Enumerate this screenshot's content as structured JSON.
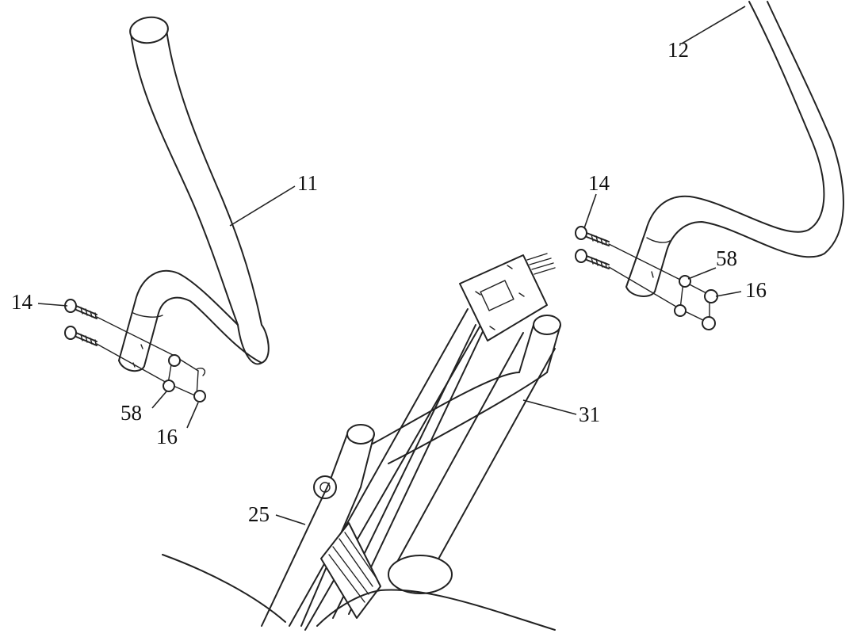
{
  "labels": {
    "part_11": "11",
    "part_12": "12",
    "part_14_left": "14",
    "part_14_right": "14",
    "part_58_left": "58",
    "part_58_right": "58",
    "part_16_left": "16",
    "part_16_right": "16",
    "part_31": "31",
    "part_25": "25"
  }
}
